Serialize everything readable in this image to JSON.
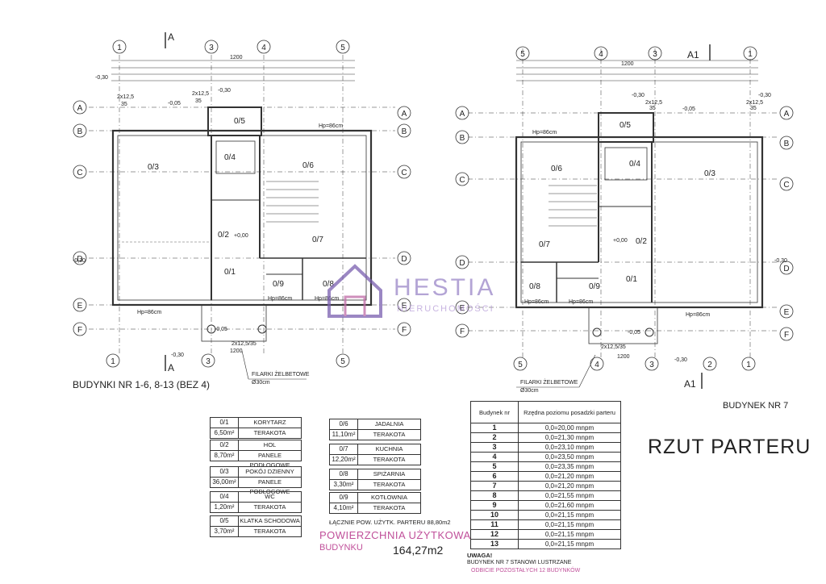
{
  "grid_labels": {
    "left_top": [
      "1",
      "3",
      "4",
      "5"
    ],
    "left_bottom": [
      "1",
      "3",
      "5"
    ],
    "right_top": [
      "5",
      "4",
      "3",
      "1"
    ],
    "right_bottom": [
      "5",
      "4",
      "3",
      "2",
      "1"
    ],
    "rows": [
      "A",
      "B",
      "C",
      "D",
      "E",
      "F"
    ]
  },
  "section_marks": {
    "left_top": "A",
    "left_bottom": "A",
    "right_top": "A1",
    "right_bottom": "A1"
  },
  "dims": {
    "overall": "1200",
    "level_minus": "-0,30",
    "level_zero": "+0,00",
    "level_005": "-0,05",
    "step": "2x12,5",
    "step2": "35",
    "hp": "Hp=86cm",
    "stair": "2x12,5/35"
  },
  "left_plan_rooms": {
    "r03": "0/3",
    "r04": "0/4",
    "r05": "0/5",
    "r06": "0/6",
    "r07": "0/7",
    "r02": "0/2",
    "r01": "0/1",
    "r09": "0/9",
    "r08": "0/8"
  },
  "right_plan_rooms": {
    "r05": "0/5",
    "r06": "0/6",
    "r04": "0/4",
    "r03": "0/3",
    "r07": "0/7",
    "r02": "0/2",
    "r01": "0/1",
    "r08": "0/8",
    "r09": "0/9"
  },
  "filarki": {
    "line1": "FILARKI ŻELBETOWE",
    "line2": "Ø30cm"
  },
  "titles": {
    "left_caption": "BUDYNKI NR 1-6, 8-13 (BEZ 4)",
    "right_caption": "BUDYNEK NR 7",
    "main": "RZUT PARTERU"
  },
  "watermark": {
    "name": "HESTIA",
    "sub": "NIERUCHOMOŚCI"
  },
  "rooms": [
    {
      "id": "0/1",
      "area": "6,50m²",
      "name": "KORYTARZ",
      "floor": "TERAKOTA"
    },
    {
      "id": "0/2",
      "area": "8,70m²",
      "name": "HOL",
      "floor": "PANELE PODŁOGOWE"
    },
    {
      "id": "0/3",
      "area": "36,00m²",
      "name": "POKÓJ DZIENNY",
      "floor": "PANELE PODŁOGOWE"
    },
    {
      "id": "0/4",
      "area": "1,20m²",
      "name": "WC",
      "floor": "TERAKOTA"
    },
    {
      "id": "0/5",
      "area": "3,70m²",
      "name": "KLATKA SCHODOWA",
      "floor": "TERAKOTA"
    },
    {
      "id": "0/6",
      "area": "11,10m²",
      "name": "JADALNIA",
      "floor": "TERAKOTA"
    },
    {
      "id": "0/7",
      "area": "12,20m²",
      "name": "KUCHNIA",
      "floor": "TERAKOTA"
    },
    {
      "id": "0/8",
      "area": "3,30m²",
      "name": "SPIŻARNIA",
      "floor": "TERAKOTA"
    },
    {
      "id": "0/9",
      "area": "4,10m²",
      "name": "KOTŁOWNIA",
      "floor": "TERAKOTA"
    }
  ],
  "totals": {
    "parter": "ŁĄCZNIE POW. UŻYTK. PARTERU 88,80m2",
    "building_label1": "POWIERZCHNIA UŻYTKOWA",
    "building_label2": "BUDYNKU",
    "building_value": "164,27m2"
  },
  "levels_table": {
    "head_col1": "Budynek nr",
    "head_col2": "Rzędna poziomu posadzki parteru",
    "rows": [
      {
        "n": "1",
        "v": "0,0=20,00 mnpm"
      },
      {
        "n": "2",
        "v": "0,0=21,30 mnpm"
      },
      {
        "n": "3",
        "v": "0,0=23,10 mnpm"
      },
      {
        "n": "4",
        "v": "0,0=23,50 mnpm"
      },
      {
        "n": "5",
        "v": "0,0=23,35 mnpm"
      },
      {
        "n": "6",
        "v": "0,0=21,20 mnpm"
      },
      {
        "n": "7",
        "v": "0,0=21,20 mnpm"
      },
      {
        "n": "8",
        "v": "0,0=21,55 mnpm"
      },
      {
        "n": "9",
        "v": "0,0=21,60 mnpm"
      },
      {
        "n": "10",
        "v": "0,0=21,15 mnpm"
      },
      {
        "n": "11",
        "v": "0,0=21,15 mnpm"
      },
      {
        "n": "12",
        "v": "0,0=21,15 mnpm"
      },
      {
        "n": "13",
        "v": "0,0=21,15 mnpm"
      }
    ]
  },
  "note": {
    "l1": "UWAGA!",
    "l2": "BUDYNEK NR 7 STANOWI LUSTRZANE",
    "l3": "ODBICIE POZOSTAŁYCH 12 BUDYNKÓW"
  }
}
